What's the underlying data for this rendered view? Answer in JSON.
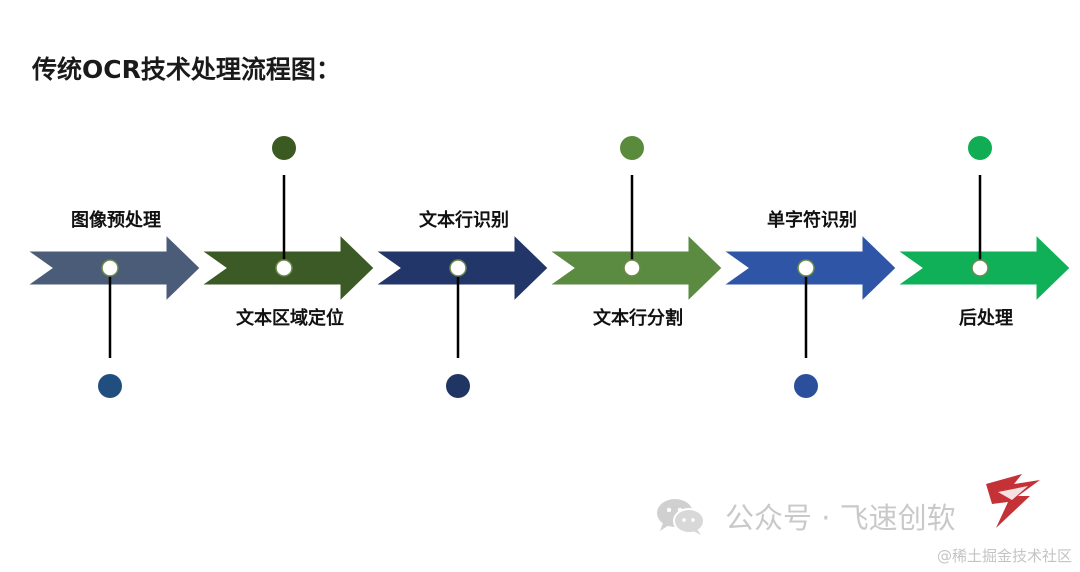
{
  "title": "传统OCR技术处理流程图：",
  "steps": [
    {
      "label": "图像预处理",
      "label_side": "top",
      "dot_side": "bottom",
      "fill": "#4a5c78",
      "dot_color": "#1f4e7f"
    },
    {
      "label": "文本区域定位",
      "label_side": "bottom",
      "dot_side": "top",
      "fill": "#3b5a25",
      "dot_color": "#3a5a22"
    },
    {
      "label": "文本行识别",
      "label_side": "top",
      "dot_side": "bottom",
      "fill": "#22366a",
      "dot_color": "#1f3563"
    },
    {
      "label": "文本行分割",
      "label_side": "bottom",
      "dot_side": "top",
      "fill": "#5a8b40",
      "dot_color": "#5a8b3c"
    },
    {
      "label": "单字符识别",
      "label_side": "top",
      "dot_side": "bottom",
      "fill": "#2f55a6",
      "dot_color": "#2c4f9c"
    },
    {
      "label": "后处理",
      "label_side": "bottom",
      "dot_side": "top",
      "fill": "#0fb058",
      "dot_color": "#10ad55"
    }
  ],
  "watermark": {
    "text": "公众号 · 飞速创软"
  },
  "credit": "@稀土掘金技术社区"
}
